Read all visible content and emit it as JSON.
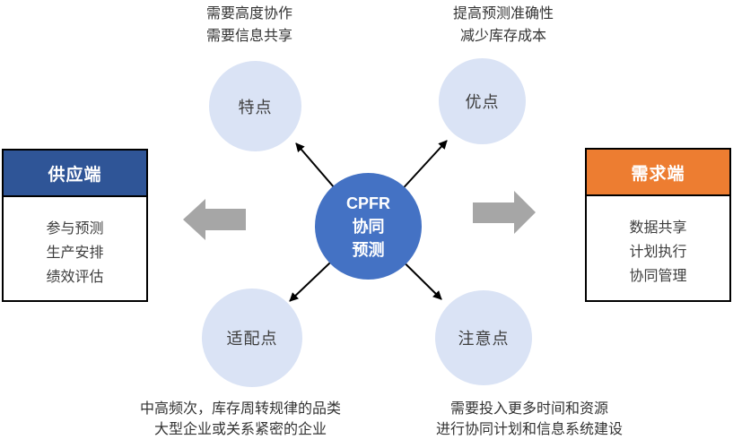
{
  "center_node": {
    "line1": "CPFR",
    "line2": "协同",
    "line3": "预测"
  },
  "nodes": {
    "tedian": {
      "label": "特点",
      "note1": "需要高度协作",
      "note2": "需要信息共享"
    },
    "youdian": {
      "label": "优点",
      "note1": "提高预测准确性",
      "note2": "减少库存成本"
    },
    "shipeidian": {
      "label": "适配点",
      "note1": "中高频次，库存周转规律的品类",
      "note2": "大型企业或关系紧密的企业"
    },
    "zhuyidian": {
      "label": "注意点",
      "note1": "需要投入更多时间和资源",
      "note2": "进行协同计划和信息系统建设"
    }
  },
  "supply_box": {
    "title": "供应端",
    "item1": "参与预测",
    "item2": "生产安排",
    "item3": "绩效评估"
  },
  "demand_box": {
    "title": "需求端",
    "item1": "数据共享",
    "item2": "计划执行",
    "item3": "协同管理"
  },
  "colors": {
    "center_fill": "#4472C4",
    "node_fill": "#DAE3F5",
    "supply_header": "#2F5597",
    "demand_header": "#ED7D31",
    "arrow_gray": "#A6A6A6",
    "arrow_black": "#000000",
    "text_dark": "#3A3A3A"
  }
}
